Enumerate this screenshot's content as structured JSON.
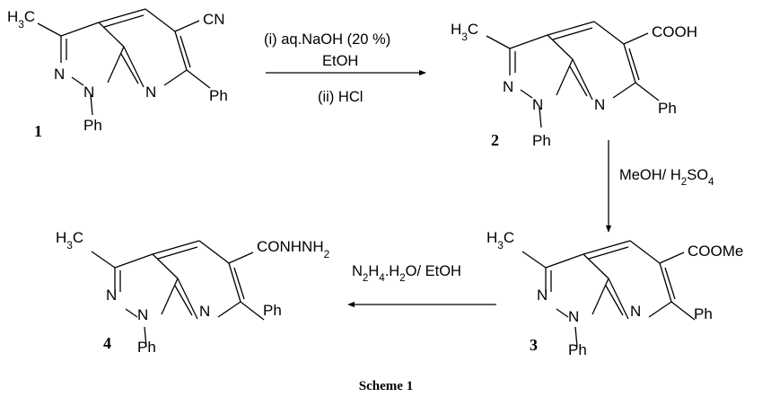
{
  "caption": "Scheme 1",
  "compounds": [
    {
      "number": "1",
      "methyl": "H3C",
      "substituent": "CN",
      "n2": "N",
      "n1": "N",
      "n7": "N",
      "ph_c6": "Ph",
      "ph_n1": "Ph"
    },
    {
      "number": "2",
      "methyl": "H3C",
      "substituent": "COOH",
      "n2": "N",
      "n1": "N",
      "n7": "N",
      "ph_c6": "Ph",
      "ph_n1": "Ph"
    },
    {
      "number": "3",
      "methyl": "H3C",
      "substituent": "COOMe",
      "n2": "N",
      "n1": "N",
      "n7": "N",
      "ph_c6": "Ph",
      "ph_n1": "Ph"
    },
    {
      "number": "4",
      "methyl": "H3C",
      "substituent": "CONHNH2",
      "n2": "N",
      "n1": "N",
      "n7": "N",
      "ph_c6": "Ph",
      "ph_n1": "Ph"
    }
  ],
  "reactions": [
    {
      "from": "1",
      "to": "2",
      "conditions": [
        "(i) aq.NaOH (20 %)",
        "EtOH",
        "(ii) HCl"
      ]
    },
    {
      "from": "2",
      "to": "3",
      "conditions": [
        "MeOH/ H2SO4"
      ]
    },
    {
      "from": "3",
      "to": "4",
      "conditions": [
        "N2H4.H2O/ EtOH"
      ]
    }
  ]
}
